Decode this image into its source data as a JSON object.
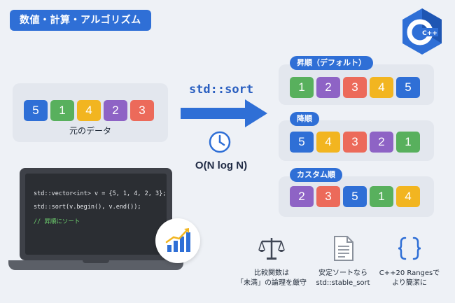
{
  "category_label": "数値・計算・アルゴリズム",
  "logo": {
    "text": "C++",
    "icon": "cpp-logo-icon",
    "color": "#2f6fd6"
  },
  "source": {
    "values": [
      5,
      1,
      4,
      2,
      3
    ],
    "caption": "元のデータ"
  },
  "algorithm": {
    "name": "std::sort",
    "complexity": "O(N log N)",
    "icon": "clock-icon"
  },
  "results": [
    {
      "label": "昇順（デフォルト）",
      "values": [
        1,
        2,
        3,
        4,
        5
      ]
    },
    {
      "label": "降順",
      "values": [
        5,
        4,
        3,
        2,
        1
      ]
    },
    {
      "label": "カスタム順",
      "values": [
        2,
        3,
        5,
        1,
        4
      ]
    }
  ],
  "value_colors": {
    "1": "#58b05d",
    "2": "#8e63c5",
    "3": "#ec6a5a",
    "4": "#f2b520",
    "5": "#2f6fd6"
  },
  "code_lines": [
    "std::vector<int> v = {5, 1, 4, 2, 3};",
    "std::sort(v.begin(), v.end());",
    "// 昇順にソート"
  ],
  "badge_icon": "trend-chart-icon",
  "tips": [
    {
      "icon": "scale-icon",
      "lines": [
        "比較関数は",
        "「未満」の論理を厳守"
      ]
    },
    {
      "icon": "document-icon",
      "lines": [
        "安定ソートなら",
        "std::stable_sort"
      ]
    },
    {
      "icon": "braces-icon",
      "lines": [
        "C++20 Rangesで",
        "より簡潔に"
      ]
    }
  ]
}
